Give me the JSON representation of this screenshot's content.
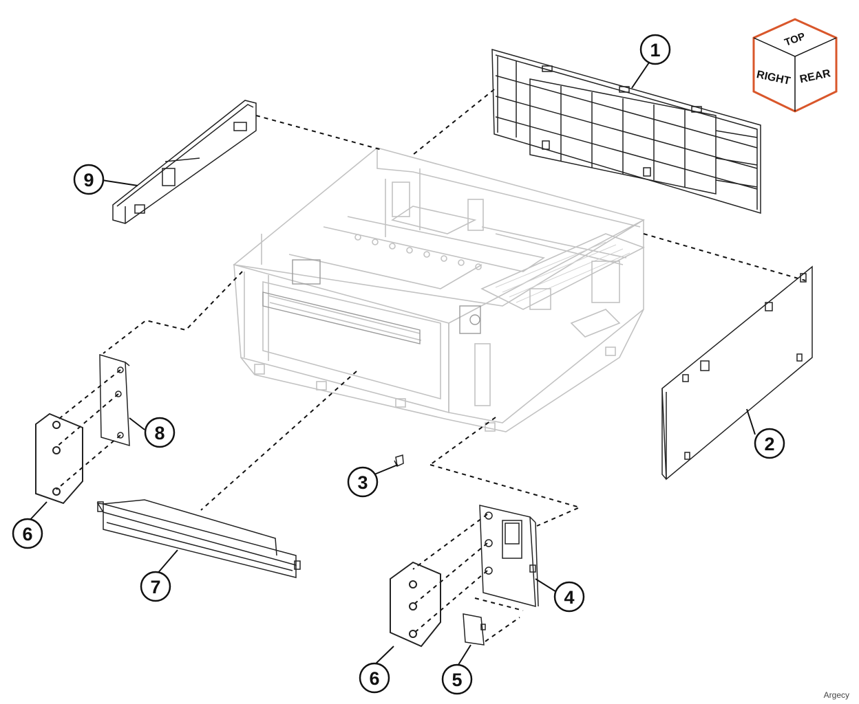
{
  "orientation_cube": {
    "top": "TOP",
    "right": "RIGHT",
    "rear": "REAR",
    "border_color": "#D9572B"
  },
  "callouts": {
    "c1": "1",
    "c2": "2",
    "c3": "3",
    "c4": "4",
    "c5": "5",
    "c6a": "6",
    "c6b": "6",
    "c7": "7",
    "c8": "8",
    "c9": "9"
  },
  "watermark": "Argecy"
}
